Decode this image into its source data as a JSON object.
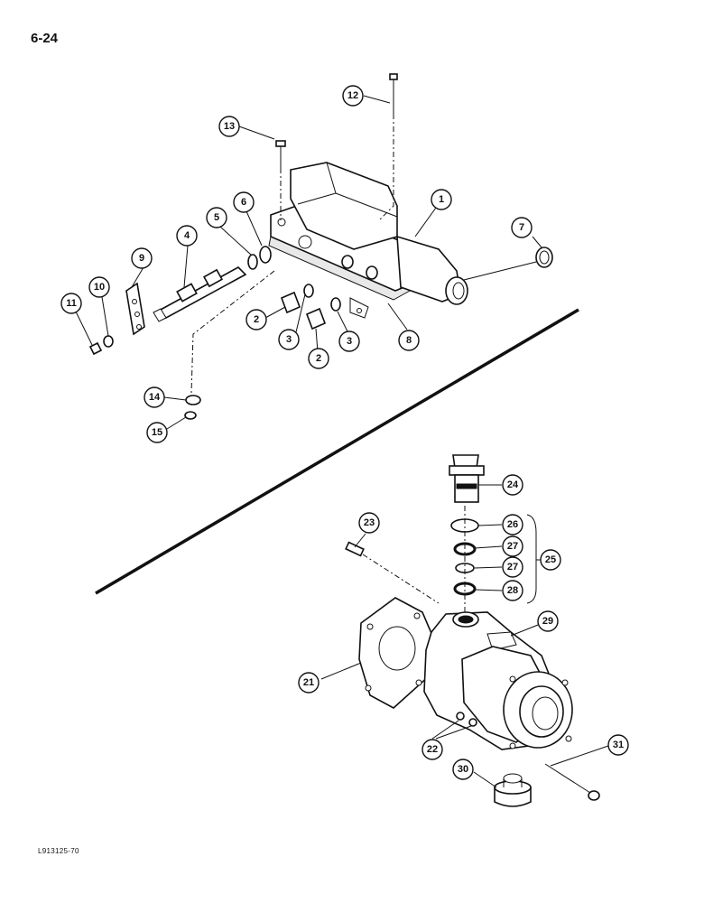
{
  "page_number": "6-24",
  "figure_code": "L913125-70",
  "callouts": [
    {
      "id": "c1",
      "label": "1"
    },
    {
      "id": "c2a",
      "label": "2"
    },
    {
      "id": "c2b",
      "label": "2"
    },
    {
      "id": "c3a",
      "label": "3"
    },
    {
      "id": "c3b",
      "label": "3"
    },
    {
      "id": "c4",
      "label": "4"
    },
    {
      "id": "c5",
      "label": "5"
    },
    {
      "id": "c6",
      "label": "6"
    },
    {
      "id": "c7",
      "label": "7"
    },
    {
      "id": "c8",
      "label": "8"
    },
    {
      "id": "c9",
      "label": "9"
    },
    {
      "id": "c10",
      "label": "10"
    },
    {
      "id": "c11",
      "label": "11"
    },
    {
      "id": "c12",
      "label": "12"
    },
    {
      "id": "c13",
      "label": "13"
    },
    {
      "id": "c14",
      "label": "14"
    },
    {
      "id": "c15",
      "label": "15"
    },
    {
      "id": "c21",
      "label": "21"
    },
    {
      "id": "c22",
      "label": "22"
    },
    {
      "id": "c23",
      "label": "23"
    },
    {
      "id": "c24",
      "label": "24"
    },
    {
      "id": "c25",
      "label": "25"
    },
    {
      "id": "c26",
      "label": "26"
    },
    {
      "id": "c27a",
      "label": "27"
    },
    {
      "id": "c27b",
      "label": "27"
    },
    {
      "id": "c28",
      "label": "28"
    },
    {
      "id": "c29",
      "label": "29"
    },
    {
      "id": "c30",
      "label": "30"
    },
    {
      "id": "c31",
      "label": "31"
    }
  ]
}
